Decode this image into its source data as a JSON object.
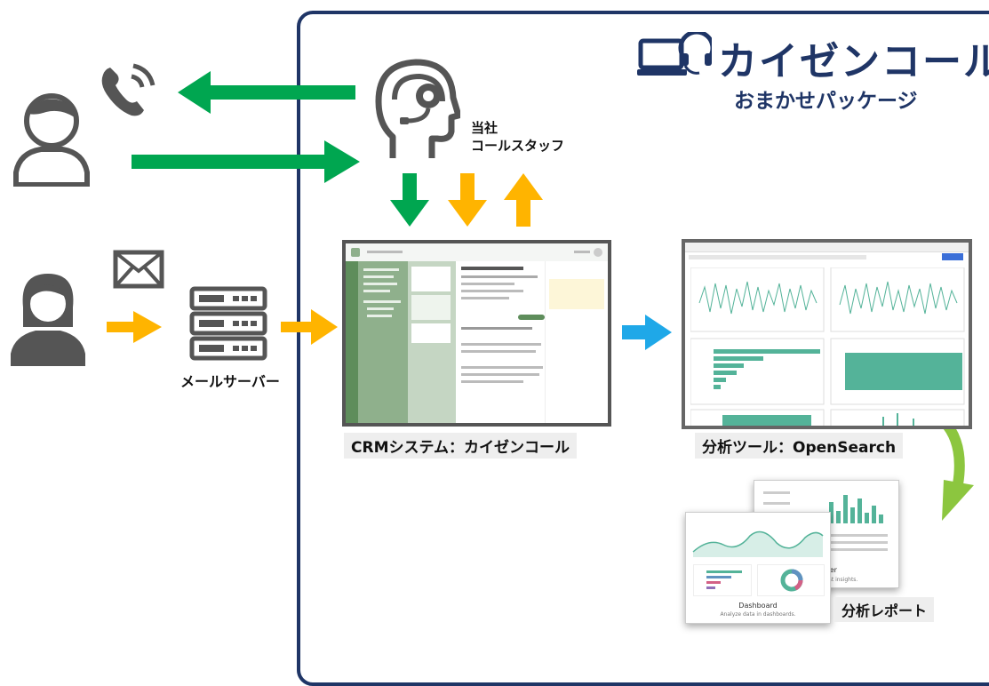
{
  "brand": {
    "title": "カイゼンコール",
    "subtitle": "おまかせパッケージ",
    "color": "#1f3566"
  },
  "staff": {
    "line1": "当社",
    "line2": "コールスタッフ"
  },
  "mail_server": {
    "label": "メールサーバー"
  },
  "crm": {
    "caption": "CRMシステム：カイゼンコール"
  },
  "opensearch": {
    "caption": "分析ツール：OpenSearch"
  },
  "report": {
    "caption": "分析レポート",
    "card_title": "Dashboard",
    "card_sub": "Analyze data in dashboards.",
    "card2_fragment": "ver",
    "card2_sub": "est insights."
  },
  "colors": {
    "green": "#00a650",
    "yellow": "#ffb400",
    "blue": "#1fa8e8",
    "light_green": "#8cc63f",
    "navy": "#1f3566"
  }
}
